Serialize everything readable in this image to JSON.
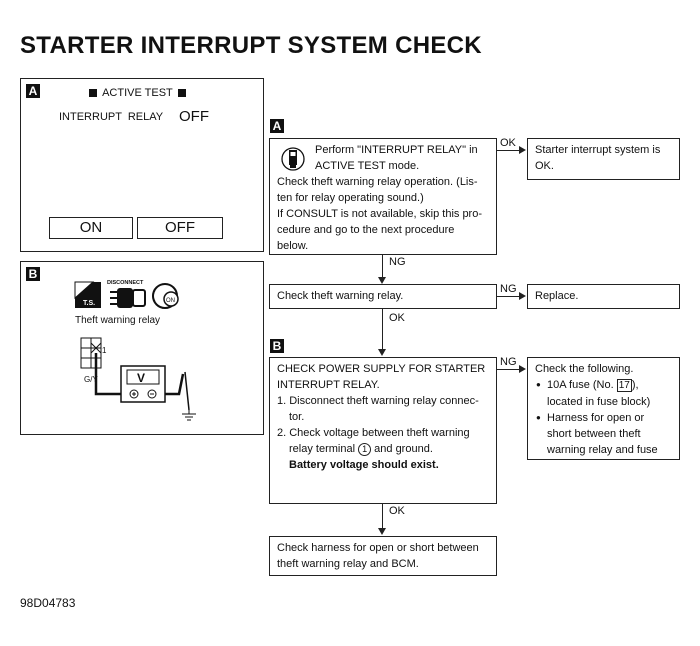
{
  "title": "STARTER INTERRUPT SYSTEM CHECK",
  "panel_a": {
    "tag": "A",
    "header": "ACTIVE TEST",
    "item_label": "INTERRUPT  RELAY",
    "item_value": "OFF",
    "button_on": "ON",
    "button_off": "OFF"
  },
  "panel_b": {
    "tag": "B",
    "ts_label": "T.S.",
    "disconnect_label": "DISCONNECT",
    "relay_label": "Theft warning relay",
    "terminal": "1",
    "wire_color": "G/Y",
    "meter_label": "V",
    "on_label": "ON"
  },
  "flow": {
    "tag_a": "A",
    "tag_b": "B",
    "step1": {
      "line1": "Perform \"INTERRUPT RELAY\" in",
      "line2": "ACTIVE TEST mode.",
      "line3": "Check theft warning relay operation. (Lis-",
      "line4": "ten for relay operating sound.)",
      "line5": "If CONSULT is not available, skip this pro-",
      "line6": "cedure and go to the next procedure",
      "line7": "below."
    },
    "ok1": "OK",
    "result1_line1": "Starter interrupt system is",
    "result1_line2": "OK.",
    "ng1": "NG",
    "step2": "Check theft warning relay.",
    "ng2": "NG",
    "result2": "Replace.",
    "ok2": "OK",
    "step3": {
      "line1": "CHECK POWER SUPPLY FOR STARTER",
      "line2": "INTERRUPT RELAY.",
      "line3": "1. Disconnect theft warning relay connec-",
      "line4": "tor.",
      "line5": "2. Check voltage between theft warning",
      "line6a": "relay terminal",
      "line6b": "1",
      "line6c": "and ground.",
      "line7": "Battery voltage should exist."
    },
    "ng3": "NG",
    "result3": {
      "line1": "Check the following.",
      "bullet1a": "10A fuse (No.",
      "bullet1b": "17",
      "bullet1c": "),",
      "bullet1d": "located in fuse block)",
      "bullet2a": "Harness for open or",
      "bullet2b": "short between theft",
      "bullet2c": "warning relay and fuse"
    },
    "ok3": "OK",
    "step4_line1": "Check harness for open or short between",
    "step4_line2": "theft warning relay and BCM."
  },
  "footer_code": "98D04783"
}
